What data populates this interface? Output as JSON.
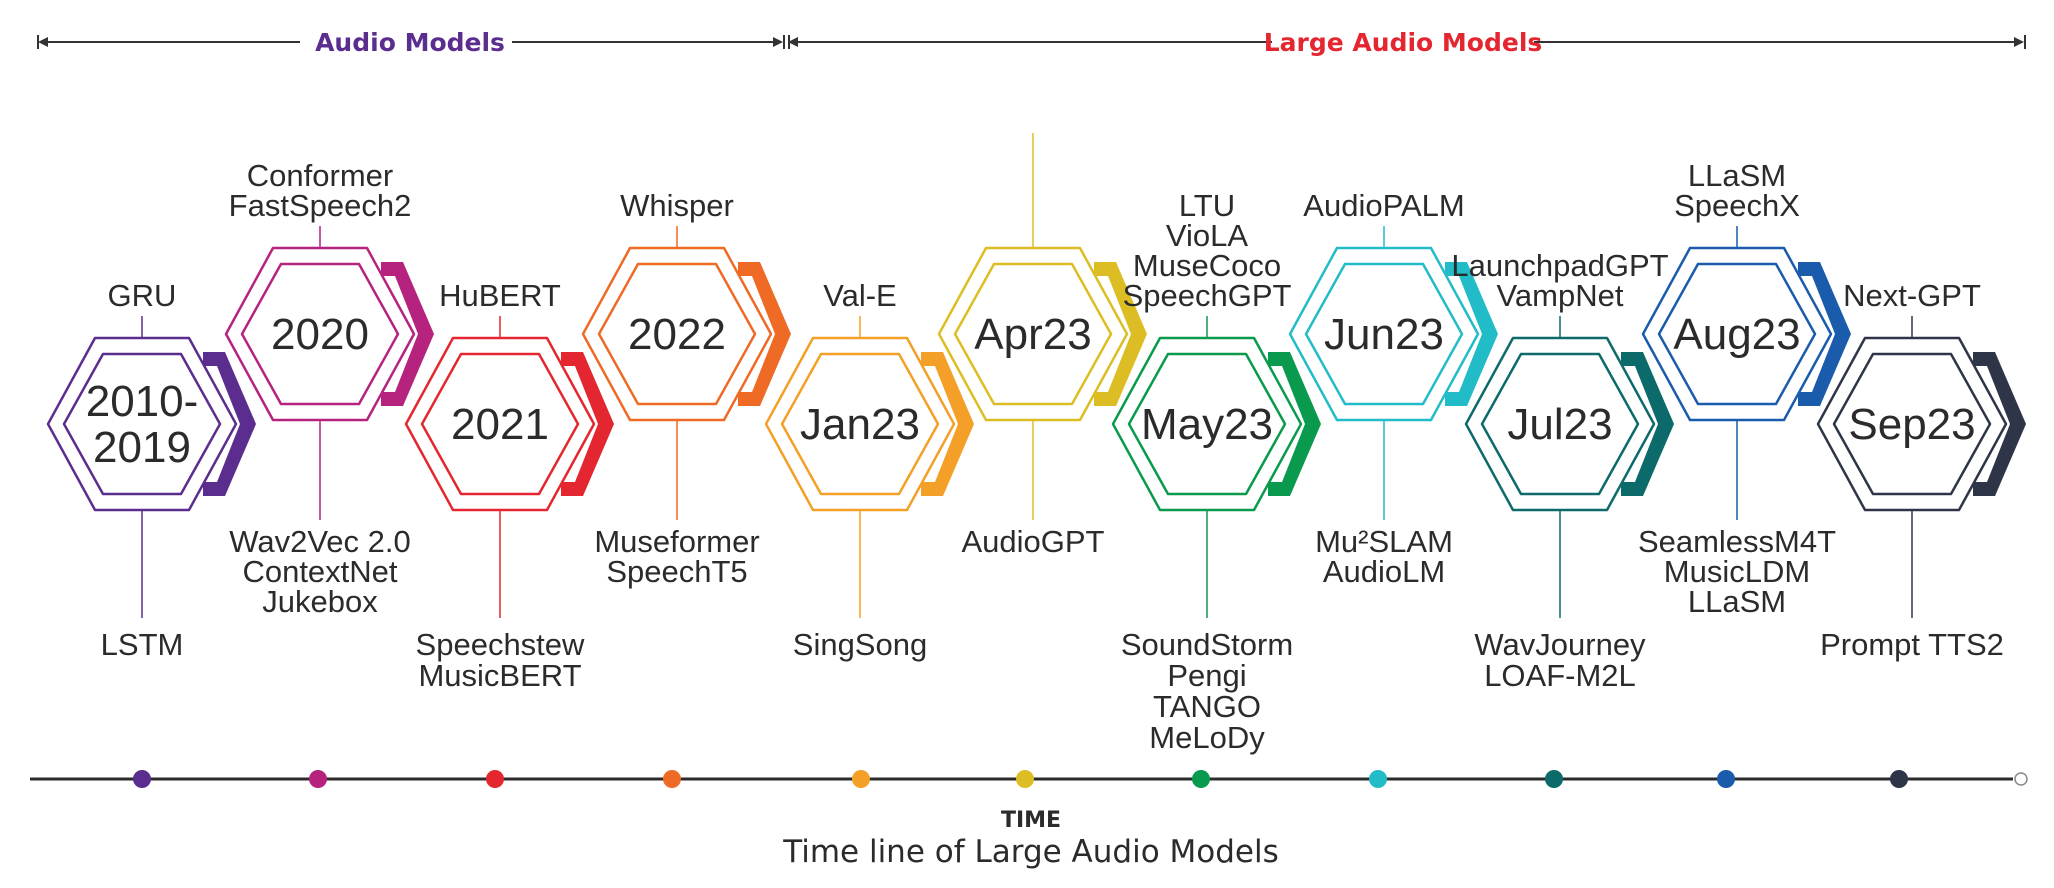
{
  "header": {
    "audio_models": "Audio Models",
    "large_audio_models": "Large Audio Models",
    "audio_color": "#5b2d8e",
    "large_color": "#e3262f"
  },
  "time_label": "TIME",
  "caption": "Time line of Large Audio Models",
  "periods": [
    {
      "id": "2010-2019",
      "label_lines": [
        "2010-",
        "2019"
      ],
      "color": "#5b2d8e",
      "row": "low",
      "top_models": [
        "GRU"
      ],
      "bottom_models": [
        "LSTM"
      ]
    },
    {
      "id": "2020",
      "label_lines": [
        "2020"
      ],
      "color": "#b5237f",
      "row": "high",
      "top_models": [
        "Conformer",
        "FastSpeech2"
      ],
      "bottom_models": [
        "Wav2Vec 2.0",
        "ContextNet",
        "Jukebox"
      ]
    },
    {
      "id": "2021",
      "label_lines": [
        "2021"
      ],
      "color": "#e3262f",
      "row": "low",
      "top_models": [
        "HuBERT"
      ],
      "bottom_models": [
        "Speechstew",
        "MusicBERT"
      ]
    },
    {
      "id": "2022",
      "label_lines": [
        "2022"
      ],
      "color": "#ef6a25",
      "row": "high",
      "top_models": [
        "Whisper"
      ],
      "bottom_models": [
        "Museformer",
        "SpeechT5"
      ]
    },
    {
      "id": "Jan23",
      "label_lines": [
        "Jan23"
      ],
      "color": "#f4a028",
      "row": "low",
      "top_models": [
        "Val-E"
      ],
      "bottom_models": [
        "SingSong"
      ]
    },
    {
      "id": "Apr23",
      "label_lines": [
        "Apr23"
      ],
      "color": "#dcbe24",
      "row": "high",
      "top_models": [],
      "bottom_models": [
        "AudioGPT"
      ]
    },
    {
      "id": "May23",
      "label_lines": [
        "May23"
      ],
      "color": "#0a9a4e",
      "row": "low",
      "top_models": [
        "LTU",
        "VioLA",
        "MuseCoco",
        "SpeechGPT"
      ],
      "bottom_models": [
        "SoundStorm",
        "Pengi",
        "TANGO",
        "MeLoDy"
      ]
    },
    {
      "id": "Jun23",
      "label_lines": [
        "Jun23"
      ],
      "color": "#22bcc8",
      "row": "high",
      "top_models": [
        "AudioPALM"
      ],
      "bottom_models": [
        "Mu²SLAM",
        "AudioLM"
      ]
    },
    {
      "id": "Jul23",
      "label_lines": [
        "Jul23"
      ],
      "color": "#0c6a6a",
      "row": "low",
      "top_models": [
        "LaunchpadGPT",
        "VampNet"
      ],
      "bottom_models": [
        "WavJourney",
        "LOAF-M2L"
      ]
    },
    {
      "id": "Aug23",
      "label_lines": [
        "Aug23"
      ],
      "color": "#1b5bab",
      "row": "high",
      "top_models": [
        "LLaSM",
        "SpeechX"
      ],
      "bottom_models": [
        "SeamlessM4T",
        "MusicLDM",
        "LLaSM"
      ]
    },
    {
      "id": "Sep23",
      "label_lines": [
        "Sep23"
      ],
      "color": "#2e3548",
      "row": "low",
      "top_models": [
        "Next-GPT"
      ],
      "bottom_models": [
        "Prompt TTS2"
      ]
    }
  ]
}
